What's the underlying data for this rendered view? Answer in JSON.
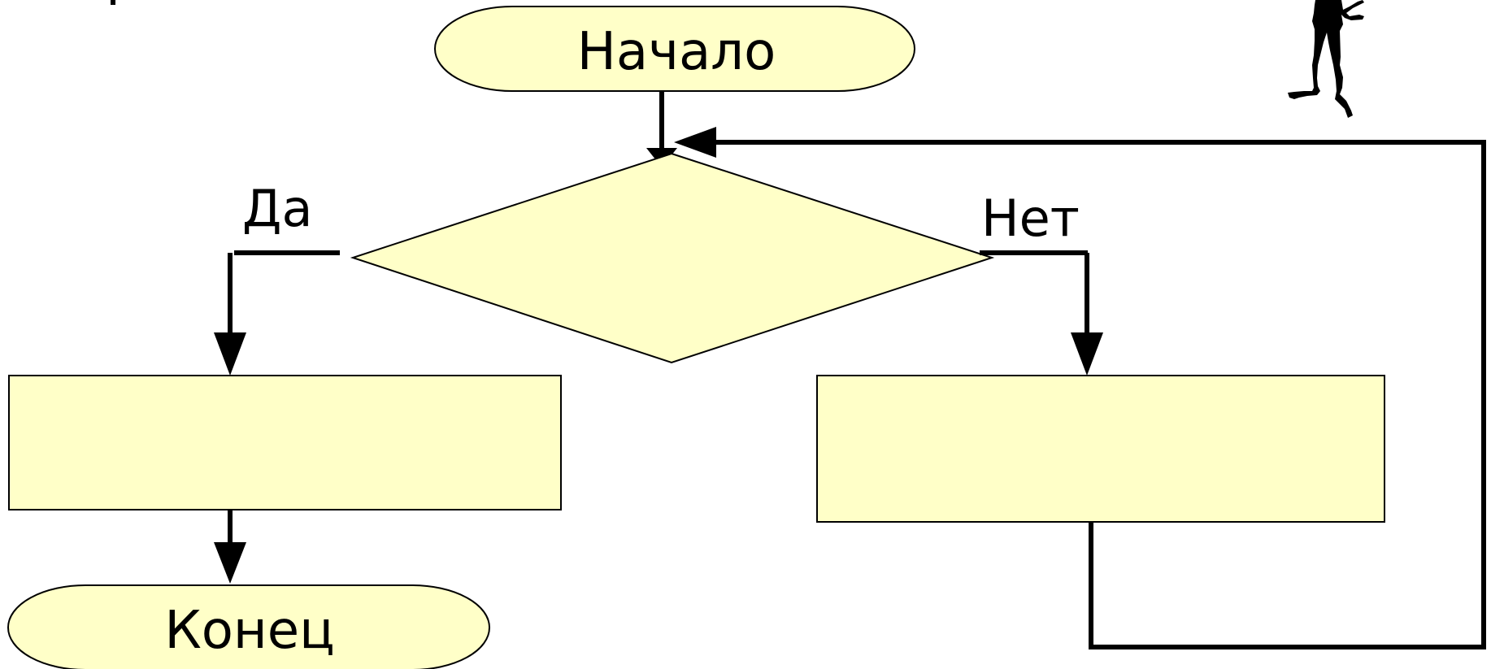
{
  "flowchart": {
    "start_label": "Начало",
    "end_label": "Конец",
    "yes_label": "Да",
    "no_label": "Нет"
  },
  "colors": {
    "shape_fill": "#FFFFC8",
    "line": "#000000",
    "background": "#FFFFFF"
  },
  "icons": {
    "figure": "silhouette-figure-icon"
  }
}
